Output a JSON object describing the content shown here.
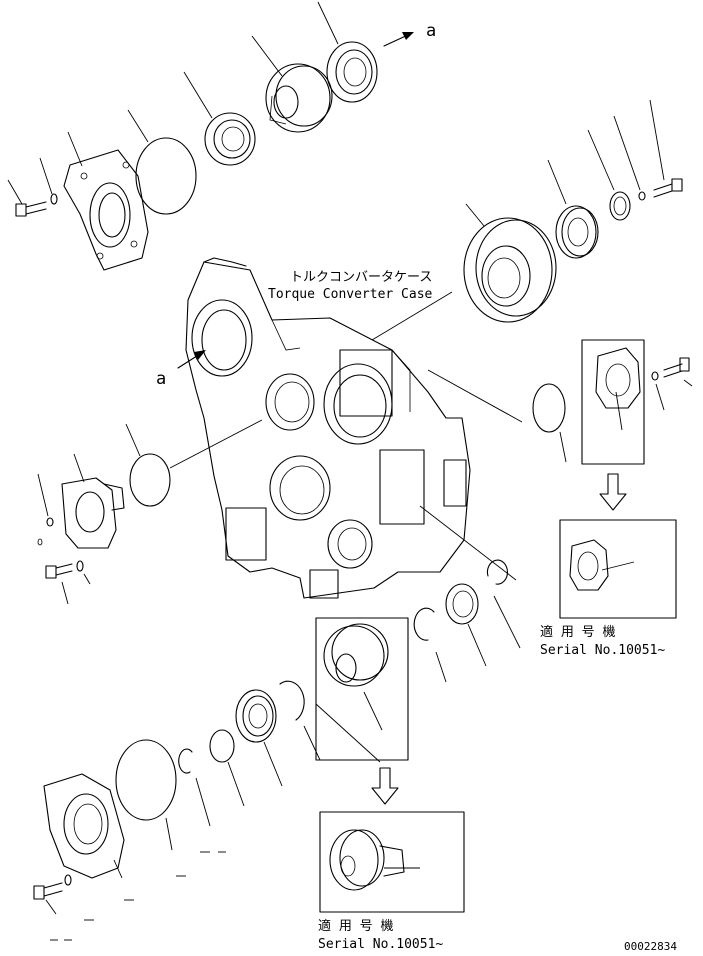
{
  "labels": {
    "case_jp": "トルクコンバータケース",
    "case_en": "Torque Converter Case",
    "ref_a_top": "a",
    "ref_a_left": "a",
    "applicable_jp_1": "適 用 号 機",
    "serial_1": "Serial No.10051~",
    "applicable_jp_2": "適 用 号 機",
    "serial_2": "Serial No.10051~",
    "drawing_no": "00022834"
  }
}
